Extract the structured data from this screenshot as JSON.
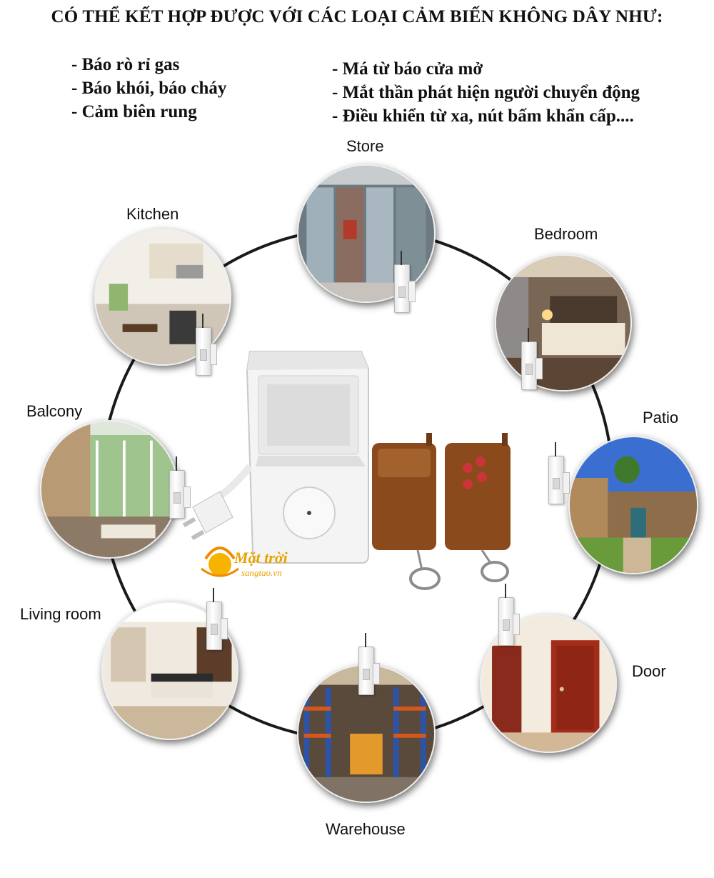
{
  "heading": "CÓ THỂ KẾT HỢP ĐƯỢC VỚI CÁC LOẠI CẢM BIẾN KHÔNG DÂY NHƯ:",
  "features_left": [
    "- Báo rò rỉ gas",
    "- Báo khói, báo cháy",
    "- Cảm biên rung"
  ],
  "features_right": [
    "- Má từ báo cửa mở",
    "- Mắt thần phát hiện người chuyển động",
    "- Điều khiển từ xa, nút bấm khẩn cấp...."
  ],
  "rooms": {
    "store": "Store",
    "kitchen": "Kitchen",
    "bedroom": "Bedroom",
    "balcony": "Balcony",
    "patio": "Patio",
    "living_room": "Living room",
    "door": "Door",
    "warehouse": "Warehouse"
  },
  "logo": {
    "text": "Mặt trời",
    "sub": "sangtao.vn"
  },
  "colors": {
    "ring": "#1a1a1a",
    "logo": "#e8a200",
    "remote": "#8a4a1c"
  }
}
